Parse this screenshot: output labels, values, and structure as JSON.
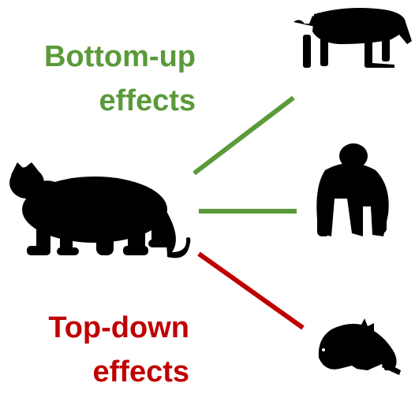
{
  "diagram": {
    "bottom_up_label": {
      "line1": "Bottom-up",
      "line2": "effects",
      "color": "#5a9a3a"
    },
    "top_down_label": {
      "line1": "Top-down",
      "line2": "effects",
      "color": "#c00000"
    },
    "nodes": {
      "predator": "leopard-silhouette",
      "prey_top": "boar-silhouette",
      "prey_middle": "gorilla-silhouette",
      "prey_bottom": "porcupine-silhouette"
    },
    "links": {
      "predator_to_boar": "#5a9a3a",
      "predator_to_gorilla": "#5a9a3a",
      "predator_to_porcupine": "#c00000"
    }
  }
}
